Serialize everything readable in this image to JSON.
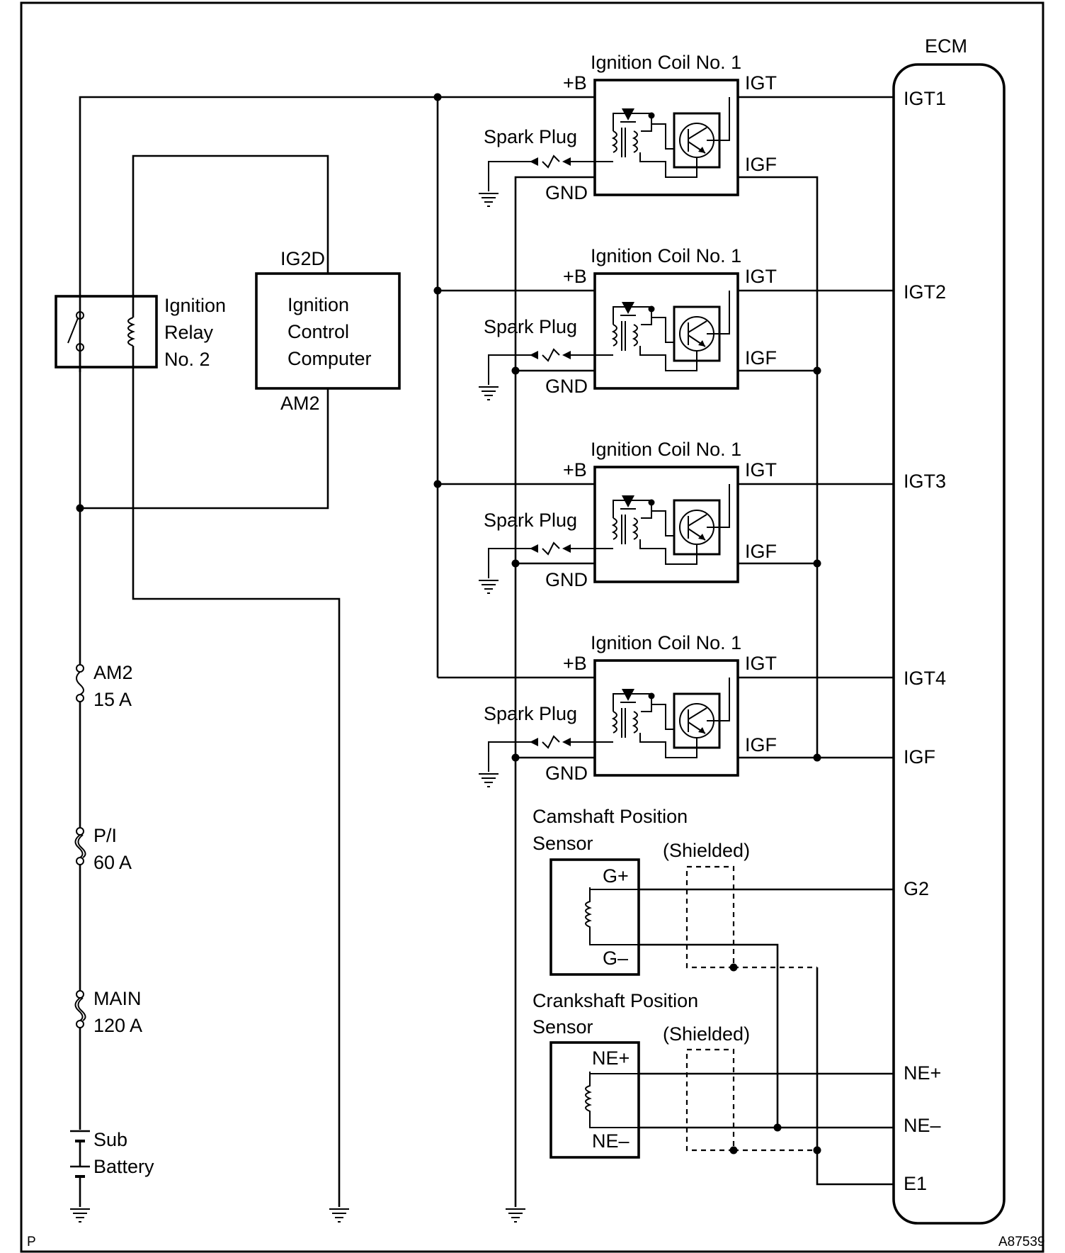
{
  "ecm": {
    "title": "ECM",
    "pins": [
      "IGT1",
      "IGT2",
      "IGT3",
      "IGT4",
      "IGF",
      "G2",
      "NE+",
      "NE–",
      "E1"
    ]
  },
  "coils": [
    {
      "title": "Ignition Coil No. 1",
      "b": "+B",
      "igt": "IGT",
      "igf": "IGF",
      "gnd": "GND",
      "plug": "Spark Plug"
    },
    {
      "title": "Ignition Coil No. 1",
      "b": "+B",
      "igt": "IGT",
      "igf": "IGF",
      "gnd": "GND",
      "plug": "Spark Plug"
    },
    {
      "title": "Ignition Coil No. 1",
      "b": "+B",
      "igt": "IGT",
      "igf": "IGF",
      "gnd": "GND",
      "plug": "Spark Plug"
    },
    {
      "title": "Ignition Coil No. 1",
      "b": "+B",
      "igt": "IGT",
      "igf": "IGF",
      "gnd": "GND",
      "plug": "Spark Plug"
    }
  ],
  "relay": {
    "line1": "Ignition",
    "line2": "Relay",
    "line3": "No. 2"
  },
  "computer": {
    "line1": "Ignition",
    "line2": "Control",
    "line3": "Computer",
    "top_pin": "IG2D",
    "bottom_pin": "AM2"
  },
  "fuses": [
    {
      "name": "AM2",
      "rating": "15 A"
    },
    {
      "name": "P/I",
      "rating": "60 A"
    },
    {
      "name": "MAIN",
      "rating": "120 A"
    }
  ],
  "battery": {
    "line1": "Sub",
    "line2": "Battery"
  },
  "cam_sensor": {
    "line1": "Camshaft Position",
    "line2": "Sensor",
    "pos": "G+",
    "neg": "G–",
    "shield": "(Shielded)"
  },
  "crank_sensor": {
    "line1": "Crankshaft Position",
    "line2": "Sensor",
    "pos": "NE+",
    "neg": "NE–",
    "shield": "(Shielded)"
  },
  "footer": {
    "left": "P",
    "right": "A87539"
  }
}
